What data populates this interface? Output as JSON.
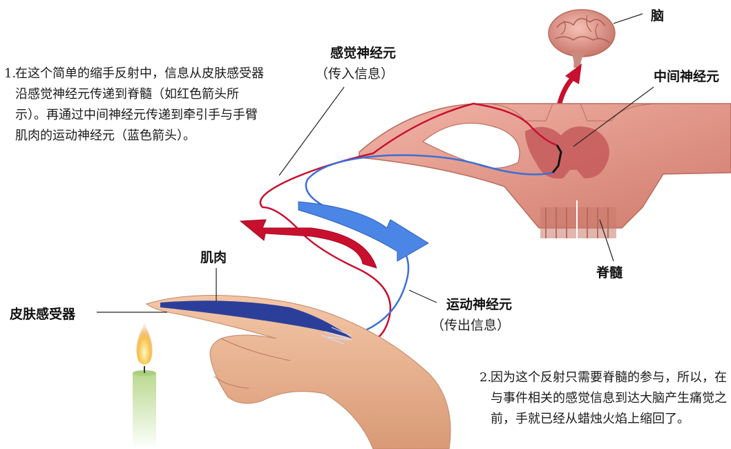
{
  "labels": {
    "brain": "脑",
    "interneuron": "中间神经元",
    "sensory_neuron": "感觉神经元",
    "sensory_neuron_sub": "（传入信息）",
    "spinal_cord": "脊髓",
    "motor_neuron": "运动神经元",
    "motor_neuron_sub": "（传出信息）",
    "muscle": "肌肉",
    "skin_receptor": "皮肤感受器"
  },
  "captions": {
    "first_number": "1.",
    "first_text": "在这个简单的缩手反射中，信息从皮肤感受器沿感觉神经元传递到脊髓（如红色箭头所示）。再通过中间神经元传递到牵引手与手臂肌肉的运动神经元（蓝色箭头）。",
    "second_number": "2.",
    "second_text": "因为这个反射只需要脊髓的参与，所以，在与事件相关的感觉信息到达大脑产生痛觉之前，手就已经从蜡烛火焰上缩回了。"
  },
  "colors": {
    "sensory": "#c8102e",
    "motor": "#3b6fd6",
    "spinal_tissue": "#d9897a",
    "grey_matter": "#c65a5a",
    "skin": "#e9b08f",
    "candle": "#8fc06a",
    "flame": "#f4b400"
  },
  "icons": [
    "brain-icon",
    "candle-icon",
    "hand-icon",
    "spinal-cord-icon"
  ]
}
